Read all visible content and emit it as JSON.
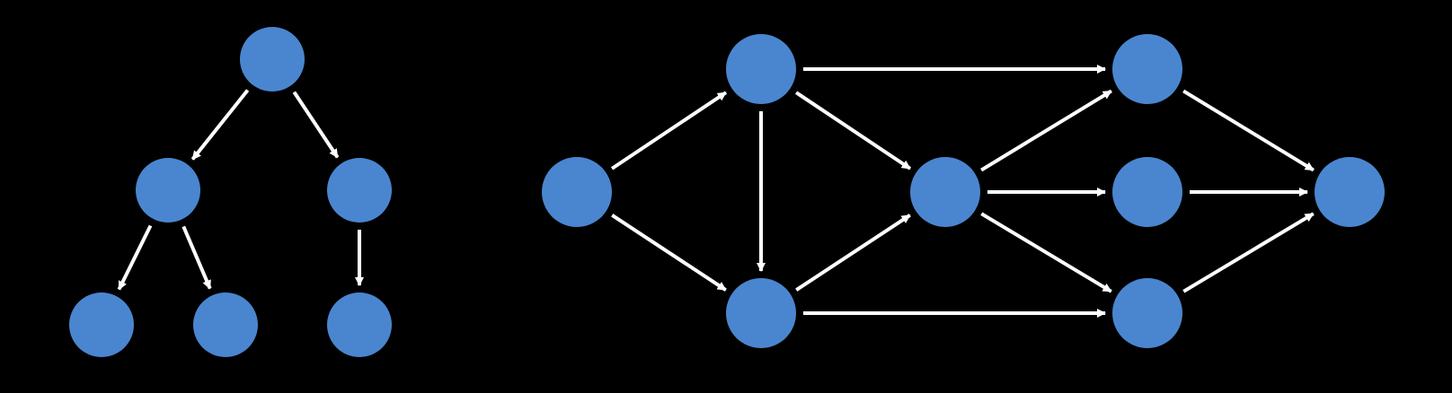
{
  "colors": {
    "background": "#000000",
    "node_fill": "#4a86cf",
    "edge": "#ffffff"
  },
  "diagrams": [
    {
      "name": "tree",
      "nodes": [
        "root",
        "left",
        "right",
        "left-left",
        "left-right",
        "right-child"
      ],
      "edges": [
        [
          "root",
          "left"
        ],
        [
          "root",
          "right"
        ],
        [
          "left",
          "left-left"
        ],
        [
          "left",
          "left-right"
        ],
        [
          "right",
          "right-child"
        ]
      ]
    },
    {
      "name": "dag",
      "nodes": [
        "source",
        "upper",
        "lower",
        "middle",
        "top-right",
        "center-right",
        "bottom-right",
        "sink"
      ],
      "edges": [
        [
          "source",
          "upper"
        ],
        [
          "source",
          "lower"
        ],
        [
          "upper",
          "lower"
        ],
        [
          "upper",
          "top-right"
        ],
        [
          "upper",
          "middle"
        ],
        [
          "lower",
          "middle"
        ],
        [
          "lower",
          "bottom-right"
        ],
        [
          "middle",
          "top-right"
        ],
        [
          "middle",
          "center-right"
        ],
        [
          "middle",
          "bottom-right"
        ],
        [
          "top-right",
          "sink"
        ],
        [
          "center-right",
          "sink"
        ],
        [
          "bottom-right",
          "sink"
        ]
      ]
    }
  ]
}
